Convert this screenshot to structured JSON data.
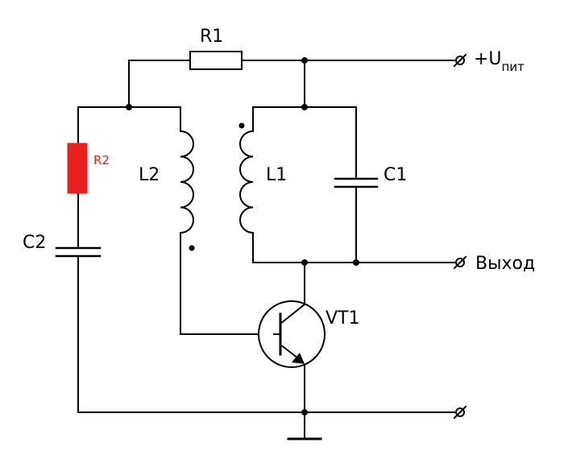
{
  "labels": {
    "r1": "R1",
    "r2": "R2",
    "l1": "L1",
    "l2": "L2",
    "c1": "C1",
    "c2": "C2",
    "vt1": "VT1",
    "supply_main": "+U",
    "supply_sub": "пит",
    "output": "Выход",
    "terminal_symbol": "⌀"
  },
  "colors": {
    "line": "#000000",
    "r2_highlight": "#e8201e"
  }
}
